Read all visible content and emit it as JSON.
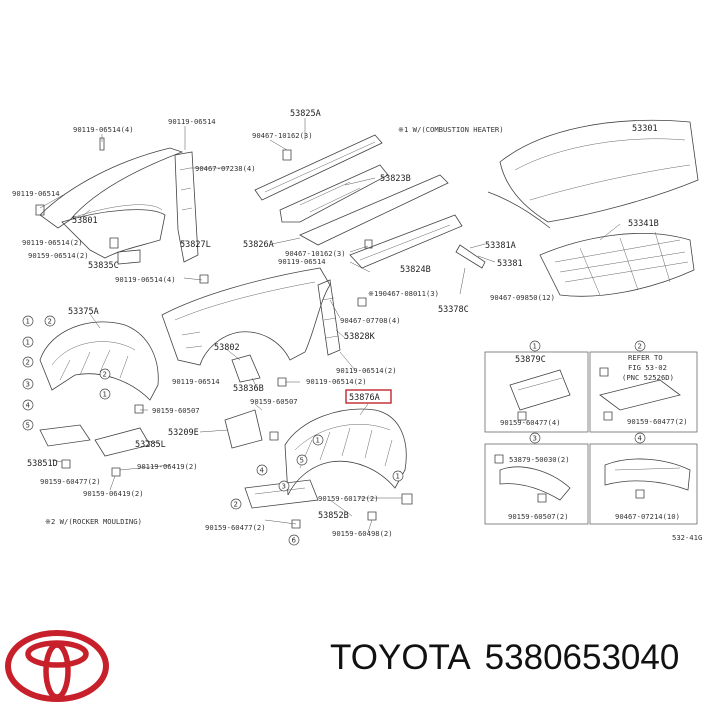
{
  "diagram": {
    "callouts": [
      {
        "id": "c01",
        "text": "90119-06514(4)"
      },
      {
        "id": "c02",
        "text": "90119-06514"
      },
      {
        "id": "c03",
        "text": "53825A"
      },
      {
        "id": "c04",
        "text": "90467-10162(3)"
      },
      {
        "id": "c05",
        "text": "※1 W/(COMBUSTION HEATER)"
      },
      {
        "id": "c06",
        "text": "53301"
      },
      {
        "id": "c07",
        "text": "90467-07238(4)"
      },
      {
        "id": "c08",
        "text": "53823B"
      },
      {
        "id": "c09",
        "text": "90119-06514"
      },
      {
        "id": "c10",
        "text": "53801"
      },
      {
        "id": "c11",
        "text": "53827L"
      },
      {
        "id": "c12",
        "text": "53826A"
      },
      {
        "id": "c13",
        "text": "90467-10162(3)"
      },
      {
        "id": "c14",
        "text": "53381A"
      },
      {
        "id": "c15",
        "text": "53341B"
      },
      {
        "id": "c16",
        "text": "90119-06514(2)"
      },
      {
        "id": "c17",
        "text": "90159-06514(2)"
      },
      {
        "id": "c18",
        "text": "53835C"
      },
      {
        "id": "c19",
        "text": "90119-06514"
      },
      {
        "id": "c20",
        "text": "53824B"
      },
      {
        "id": "c21",
        "text": "53381"
      },
      {
        "id": "c22",
        "text": "90119-06514(4)"
      },
      {
        "id": "c23",
        "text": "※190467-08011(3)"
      },
      {
        "id": "c24",
        "text": "90467-09850(12)"
      },
      {
        "id": "c25",
        "text": "53375A"
      },
      {
        "id": "c26",
        "text": "90467-07708(4)"
      },
      {
        "id": "c27",
        "text": "53378C"
      },
      {
        "id": "c28",
        "text": "53828K"
      },
      {
        "id": "c29",
        "text": "53802"
      },
      {
        "id": "c30",
        "text": "90119-06514(2)"
      },
      {
        "id": "c31",
        "text": "53879C"
      },
      {
        "id": "c32",
        "text": "REFER TO"
      },
      {
        "id": "c33",
        "text": "FIG 53-02"
      },
      {
        "id": "c34",
        "text": "(PNC 52526D)"
      },
      {
        "id": "c35",
        "text": "90119-06514"
      },
      {
        "id": "c36",
        "text": "53836B"
      },
      {
        "id": "c37",
        "text": "90119-06514(2)"
      },
      {
        "id": "c38",
        "text": "90159-60507"
      },
      {
        "id": "c39",
        "text": "90159-60507"
      },
      {
        "id": "c40",
        "text": "53876A"
      },
      {
        "id": "c41",
        "text": "90159-60477(4)"
      },
      {
        "id": "c42",
        "text": "90159-60477(2)"
      },
      {
        "id": "c43",
        "text": "53209E"
      },
      {
        "id": "c44",
        "text": "53285L"
      },
      {
        "id": "c45",
        "text": "53851D"
      },
      {
        "id": "c46",
        "text": "90119-06419(2)"
      },
      {
        "id": "c47",
        "text": "53879-50030(2)"
      },
      {
        "id": "c48",
        "text": "90159-60477(2)"
      },
      {
        "id": "c49",
        "text": "90159-06419(2)"
      },
      {
        "id": "c50",
        "text": "90159-60172(2)"
      },
      {
        "id": "c51",
        "text": "※2 W/(ROCKER MOULDING)"
      },
      {
        "id": "c52",
        "text": "53852B"
      },
      {
        "id": "c53",
        "text": "90159-60507(2)"
      },
      {
        "id": "c54",
        "text": "90467-07214(10)"
      },
      {
        "id": "c55",
        "text": "90159-60477(2)"
      },
      {
        "id": "c56",
        "text": "90159-60498(2)"
      },
      {
        "id": "c57",
        "text": "532-41G"
      }
    ],
    "numbers": [
      "1",
      "2",
      "3",
      "4",
      "5",
      "6"
    ],
    "highlight_color": "#c0282d"
  },
  "footer": {
    "brand": "TOYOTA",
    "part_number": "5380653040",
    "logo_color": "#c8202a"
  }
}
